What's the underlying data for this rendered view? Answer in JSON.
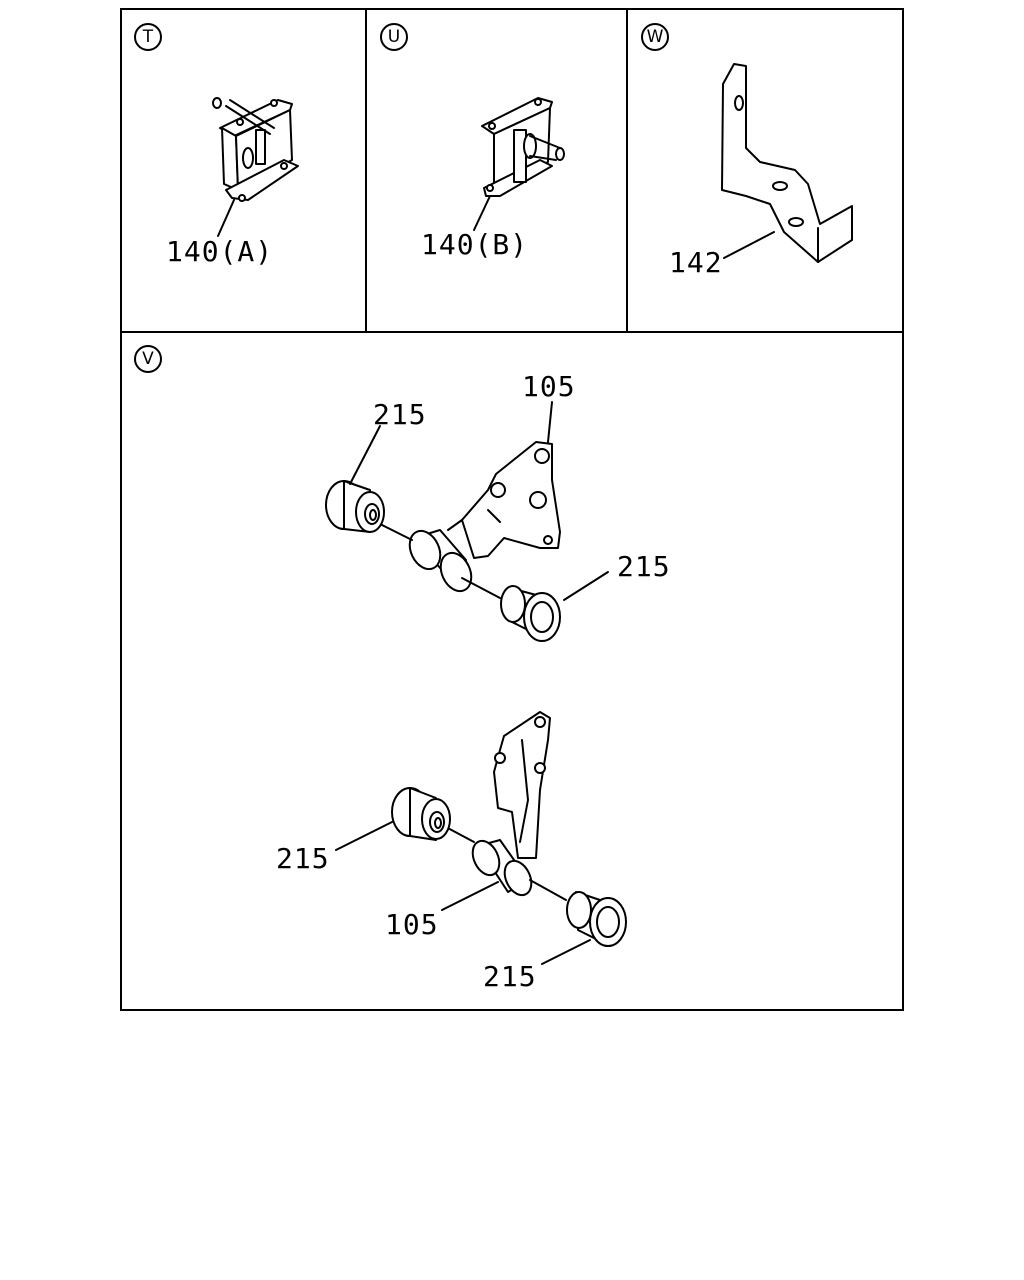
{
  "panels": [
    {
      "id": "T",
      "callout": "T",
      "label": "140(A)"
    },
    {
      "id": "U",
      "callout": "U",
      "label": "140(B)"
    },
    {
      "id": "W",
      "callout": "W",
      "label": "142"
    },
    {
      "id": "V",
      "callout": "V",
      "labels": {
        "top_bracket": "105",
        "top_bushing_left": "215",
        "top_bushing_right": "215",
        "bottom_bushing_left": "215",
        "bottom_bracket": "105",
        "bottom_bushing_right": "215"
      }
    }
  ]
}
